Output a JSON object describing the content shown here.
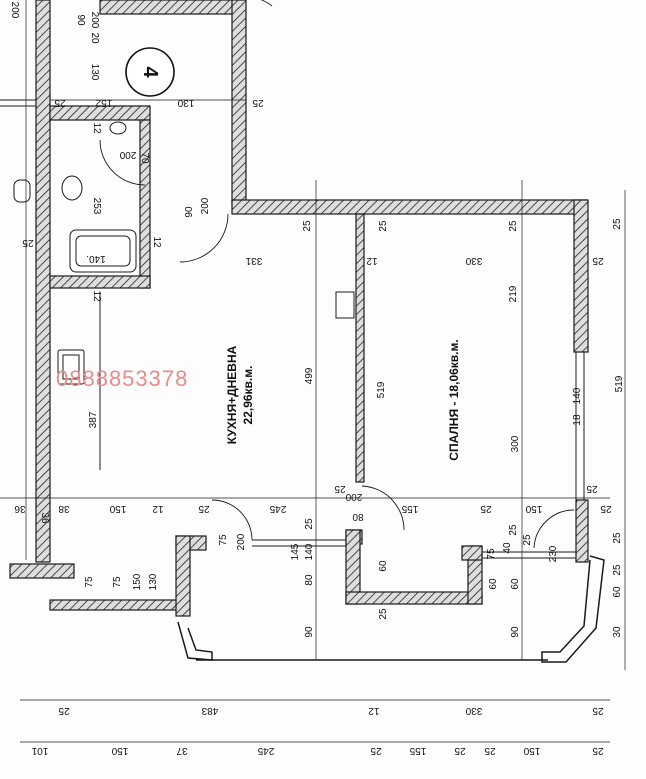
{
  "apartment_number": "4",
  "watermark": "0888853378",
  "rooms": {
    "kitchen_name": "КУХНЯ+ДНЕВНА",
    "kitchen_area": "22,96кв.м.",
    "bedroom_label": "СПАЛНЯ - 18,06кв.м."
  },
  "colors": {
    "wall_fill": "#d9d9d9",
    "wall_stroke": "#1a1a1a",
    "watermark": "#e98b8b"
  },
  "dims": {
    "left_200": "200",
    "top_90": "90",
    "top_200": "200",
    "top_20": "20",
    "top_130v": "130",
    "top_25": "25",
    "top_152": "152",
    "top_130": "130",
    "top_25b": "25",
    "bath_12": "12",
    "bath_70": "70",
    "bath_200": "200",
    "bath_253": "253",
    "bath_25": "25",
    "bath_140": "140.",
    "bath_12b": "12",
    "bath_12c": "12",
    "door_90": "90",
    "door_200": "200",
    "k_331": "331",
    "k_25a": "25",
    "k_12": "12",
    "k_25b": "25",
    "k_25c": "25",
    "b_330": "330",
    "b_25": "25",
    "b_25r": "25",
    "b_219": "219",
    "k_499": "499",
    "k_387": "387",
    "b_519": "519",
    "r_519": "519",
    "r_140": "140",
    "r_18": "18",
    "b_300": "300",
    "h_36": "36",
    "h_38": "38",
    "h_150": "150",
    "h_12": "12",
    "h_25": "25",
    "h_245": "245",
    "h_25b": "25",
    "h_200": "200",
    "h_80": "80",
    "h_155": "155",
    "h_25c": "25",
    "h_150b": "150",
    "h_25d": "25",
    "h_25e": "25",
    "h_36b": "36",
    "l_75": "75",
    "l_200": "200",
    "l_145": "145",
    "l_140": "140",
    "l_25": "25",
    "l_80": "80",
    "l_60": "60",
    "l_90": "90",
    "l_25b": "25",
    "l_75b": "75",
    "l_75c": "75",
    "l_150": "150",
    "l_130": "130",
    "m_75": "75",
    "m_40": "40",
    "m_25": "25",
    "m_25b": "25",
    "m_230": "230",
    "m_60": "60",
    "m_90": "90",
    "m_60b": "60",
    "r_25": "25",
    "r_25b": "25",
    "r_60": "60",
    "r_30": "30",
    "bot_25": "25",
    "bot_483": "483",
    "bot_12": "12",
    "bot_330": "330",
    "bot_25b": "25",
    "bot2_101": "101",
    "bot2_150": "150",
    "bot2_37": "37",
    "bot2_245": "245",
    "bot2_25": "25",
    "bot2_155": "155",
    "bot2_25b": "25",
    "bot2_25c": "25",
    "bot2_150b": "150",
    "bot2_25d": "25"
  }
}
